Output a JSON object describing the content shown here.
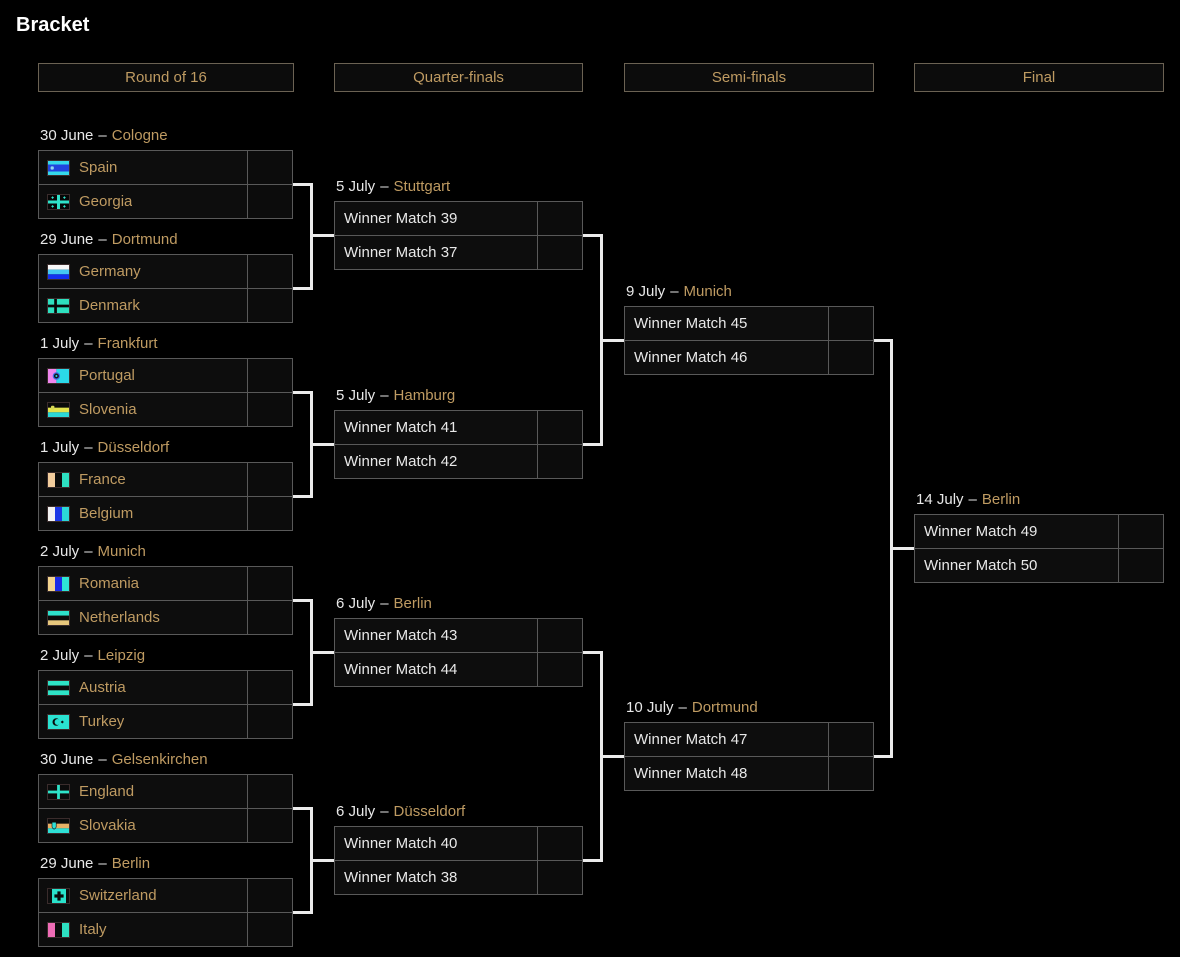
{
  "title": "Bracket",
  "separator": "–",
  "round_headers": [
    "Round of 16",
    "Quarter-finals",
    "Semi-finals",
    "Final"
  ],
  "colors": {
    "background": "#000000",
    "accent": "#bf9b62",
    "text_light": "#e8e8e8",
    "box_border": "#595959",
    "connector_line": "#ebebeb"
  },
  "rounds": [
    {
      "name": "Round of 16",
      "matches": [
        {
          "date": "30 June",
          "city": "Cologne",
          "slots": [
            {
              "name": "Spain",
              "flag": "spain",
              "score": ""
            },
            {
              "name": "Georgia",
              "flag": "georgia",
              "score": ""
            }
          ]
        },
        {
          "date": "29 June",
          "city": "Dortmund",
          "slots": [
            {
              "name": "Germany",
              "flag": "germany",
              "score": ""
            },
            {
              "name": "Denmark",
              "flag": "denmark",
              "score": ""
            }
          ]
        },
        {
          "date": "1 July",
          "city": "Frankfurt",
          "slots": [
            {
              "name": "Portugal",
              "flag": "portugal",
              "score": ""
            },
            {
              "name": "Slovenia",
              "flag": "slovenia",
              "score": ""
            }
          ]
        },
        {
          "date": "1 July",
          "city": "Düsseldorf",
          "slots": [
            {
              "name": "France",
              "flag": "france",
              "score": ""
            },
            {
              "name": "Belgium",
              "flag": "belgium",
              "score": ""
            }
          ]
        },
        {
          "date": "2 July",
          "city": "Munich",
          "slots": [
            {
              "name": "Romania",
              "flag": "romania",
              "score": ""
            },
            {
              "name": "Netherlands",
              "flag": "netherlands",
              "score": ""
            }
          ]
        },
        {
          "date": "2 July",
          "city": "Leipzig",
          "slots": [
            {
              "name": "Austria",
              "flag": "austria",
              "score": ""
            },
            {
              "name": "Turkey",
              "flag": "turkey",
              "score": ""
            }
          ]
        },
        {
          "date": "30 June",
          "city": "Gelsenkirchen",
          "slots": [
            {
              "name": "England",
              "flag": "england",
              "score": ""
            },
            {
              "name": "Slovakia",
              "flag": "slovakia",
              "score": ""
            }
          ]
        },
        {
          "date": "29 June",
          "city": "Berlin",
          "slots": [
            {
              "name": "Switzerland",
              "flag": "switzerland",
              "score": ""
            },
            {
              "name": "Italy",
              "flag": "italy",
              "score": ""
            }
          ]
        }
      ]
    },
    {
      "name": "Quarter-finals",
      "matches": [
        {
          "date": "5 July",
          "city": "Stuttgart",
          "slots": [
            {
              "name": "Winner Match 39",
              "score": ""
            },
            {
              "name": "Winner Match 37",
              "score": ""
            }
          ]
        },
        {
          "date": "5 July",
          "city": "Hamburg",
          "slots": [
            {
              "name": "Winner Match 41",
              "score": ""
            },
            {
              "name": "Winner Match 42",
              "score": ""
            }
          ]
        },
        {
          "date": "6 July",
          "city": "Berlin",
          "slots": [
            {
              "name": "Winner Match 43",
              "score": ""
            },
            {
              "name": "Winner Match 44",
              "score": ""
            }
          ]
        },
        {
          "date": "6 July",
          "city": "Düsseldorf",
          "slots": [
            {
              "name": "Winner Match 40",
              "score": ""
            },
            {
              "name": "Winner Match 38",
              "score": ""
            }
          ]
        }
      ]
    },
    {
      "name": "Semi-finals",
      "matches": [
        {
          "date": "9 July",
          "city": "Munich",
          "slots": [
            {
              "name": "Winner Match 45",
              "score": ""
            },
            {
              "name": "Winner Match 46",
              "score": ""
            }
          ]
        },
        {
          "date": "10 July",
          "city": "Dortmund",
          "slots": [
            {
              "name": "Winner Match 47",
              "score": ""
            },
            {
              "name": "Winner Match 48",
              "score": ""
            }
          ]
        }
      ]
    },
    {
      "name": "Final",
      "matches": [
        {
          "date": "14 July",
          "city": "Berlin",
          "slots": [
            {
              "name": "Winner Match 49",
              "score": ""
            },
            {
              "name": "Winner Match 50",
              "score": ""
            }
          ]
        }
      ]
    }
  ]
}
